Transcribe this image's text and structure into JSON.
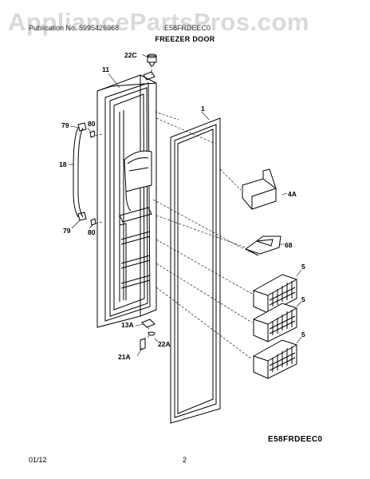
{
  "watermark": "AppliancePartsPros.com",
  "header": {
    "left_text": "Publication No. 5995426968",
    "right_text": "E58FRDEEC0",
    "title": "FREEZER DOOR"
  },
  "model_code": "E58FRDEEC0",
  "footer": {
    "date": "01/12",
    "page": "2"
  },
  "callouts": {
    "c22c": "22C",
    "c11": "11",
    "c1": "1",
    "c79a": "79",
    "c80a": "80",
    "c18": "18",
    "c79b": "79",
    "c80b": "80",
    "c4a": "4A",
    "c68": "68",
    "c5a": "5",
    "c5b": "5",
    "c5c": "5",
    "c13a": "13A",
    "c21a": "21A",
    "c22a": "22A"
  }
}
